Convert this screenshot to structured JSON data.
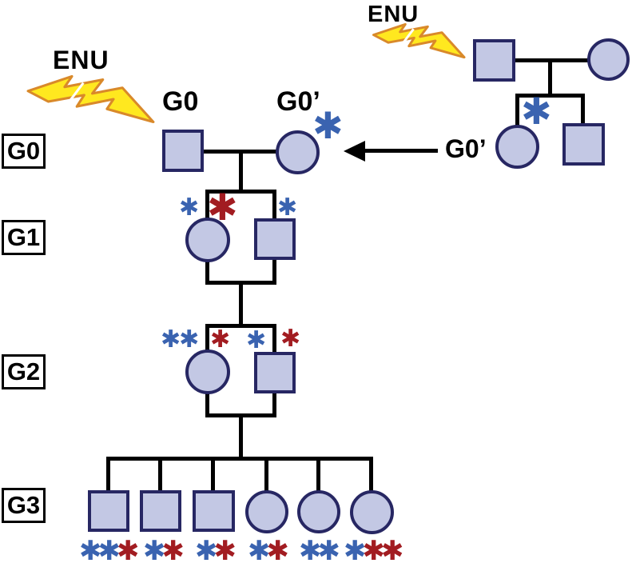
{
  "palette": {
    "background": "#ffffff",
    "shape_fill": "#c3c8e4",
    "shape_stroke": "#272763",
    "line_color": "#000000",
    "blue": "#3a63b0",
    "red": "#a21c21",
    "bolt_fill": "#ffe81f",
    "bolt_stroke": "#d9892a",
    "text_color": "#000000"
  },
  "labels": {
    "enu_left": "ENU",
    "enu_right": "ENU",
    "main_g0": "G0",
    "main_g0_prime": "G0’",
    "donor_g0_prime": "G0’"
  },
  "generation_axis": [
    "G0",
    "G1",
    "G2",
    "G3"
  ],
  "icons": {
    "mutagen_icon": "lightning-bolt",
    "transfer_icon": "left-arrow",
    "mark_icon": "asterisk"
  },
  "mark_glyph": "✱",
  "mark_clusters": [
    {
      "id": "main-g0prime-marks",
      "items": [
        "blue-lg"
      ]
    },
    {
      "id": "donor-g0prime-marks",
      "items": [
        "blue-lg"
      ]
    },
    {
      "id": "g1-female-left-marks",
      "items": [
        "blue-sm"
      ]
    },
    {
      "id": "g1-female-right-marks",
      "items": [
        "red-lg"
      ]
    },
    {
      "id": "g1-male-marks",
      "items": [
        "blue-sm"
      ]
    },
    {
      "id": "g2-female-left-marks",
      "items": [
        "blue-sm",
        "blue-sm"
      ]
    },
    {
      "id": "g2-female-right-marks",
      "items": [
        "red-sm"
      ]
    },
    {
      "id": "g2-male-left-marks",
      "items": [
        "blue-sm"
      ]
    },
    {
      "id": "g2-male-right-marks",
      "items": [
        "red-sm"
      ]
    },
    {
      "id": "g3-child1-marks",
      "items": [
        "blue-md",
        "blue-md",
        "red-md"
      ]
    },
    {
      "id": "g3-child2-marks",
      "items": [
        "blue-md",
        "red-md"
      ]
    },
    {
      "id": "g3-child3-marks",
      "items": [
        "blue-md",
        "red-md"
      ]
    },
    {
      "id": "g3-child4-marks",
      "items": [
        "blue-md",
        "red-md"
      ]
    },
    {
      "id": "g3-child5-marks",
      "items": [
        "blue-md",
        "blue-md"
      ]
    },
    {
      "id": "g3-child6-marks",
      "items": [
        "blue-md",
        "red-md",
        "red-md"
      ]
    }
  ]
}
